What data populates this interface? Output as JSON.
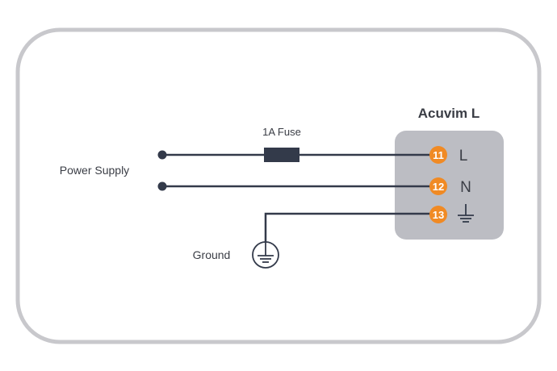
{
  "diagram": {
    "device_title": "Acuvim L",
    "power_supply_label": "Power Supply",
    "fuse_label": "1A Fuse",
    "ground_label": "Ground",
    "terminals": [
      {
        "number": "11",
        "label": "L"
      },
      {
        "number": "12",
        "label": "N"
      },
      {
        "number": "13",
        "label": "ground-symbol"
      }
    ],
    "colors": {
      "frame": "#c8c8cc",
      "device_box": "#bcbdc3",
      "wire": "#333a4a",
      "terminal": "#f08a24",
      "text": "#3a3d45"
    }
  }
}
